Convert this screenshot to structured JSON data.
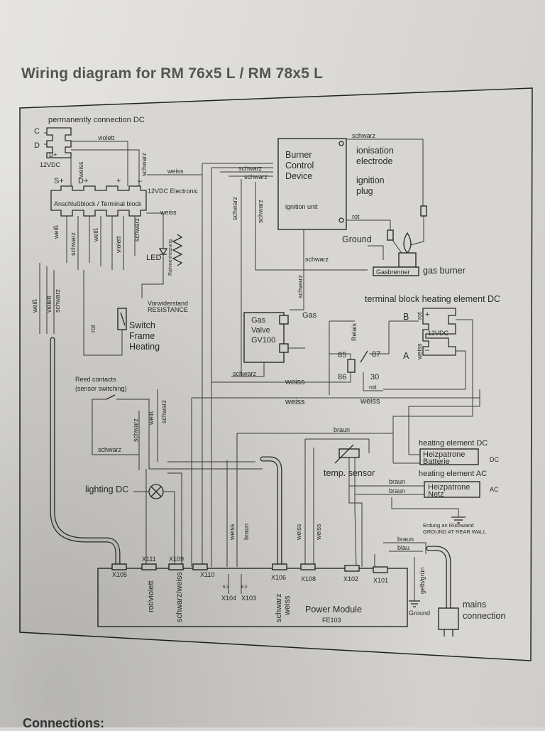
{
  "title": "Wiring diagram for RM 76x5 L / RM 78x5 L",
  "footer": "Connections:",
  "dc_supply": {
    "heading": "permanently connection DC",
    "pin_c": "C",
    "pin_d": "D",
    "pin_dplus": "D+",
    "voltage": "12VDC"
  },
  "terminal_block": {
    "label": "Anschlußblock / Terminal block",
    "s_plus": "S+",
    "d_plus": "D+",
    "plus": "+",
    "minus": "–",
    "electronic": "12VDC Electronic"
  },
  "led": "LED",
  "heater_label": "Rahmenheizung",
  "resistor": {
    "line1": "Vorwiderstand",
    "line2": "RESISTANCE"
  },
  "switch_frame": {
    "line1": "Switch",
    "line2": "Frame",
    "line3": "Heating"
  },
  "reed": {
    "line1": "Reed contacts",
    "line2": "(sensor switching)"
  },
  "lighting": "lighting DC",
  "burner": {
    "line1": "Burner",
    "line2": "Control",
    "line3": "Device",
    "ignition_unit": "ignition unit",
    "ionisation_1": "ionisation",
    "ionisation_2": "electrode",
    "ignition_1": "ignition",
    "ignition_2": "plug",
    "ground": "Ground",
    "gasbrenner": "Gasbrenner",
    "gas_burner": "gas burner"
  },
  "gas_valve": {
    "line1": "Gas",
    "line2": "Valve",
    "line3": "GV100",
    "gas": "Gas"
  },
  "heating_block": {
    "title": "terminal block heating element  DC",
    "b": "B",
    "a": "A",
    "voltage": "12VDC",
    "plus": "+",
    "minus": "–"
  },
  "relay": {
    "label": "Relais",
    "p85": "85",
    "p87": "87",
    "p86": "86",
    "p30": "30"
  },
  "temp_sensor": "temp. sensor",
  "heating_dc": {
    "label": "heating element DC",
    "box1": "Heizpatrone",
    "box2": "Batterie",
    "suffix": "DC"
  },
  "heating_ac": {
    "label": "heating element AC",
    "box1": "Heizpatrone",
    "box2": "Netz",
    "suffix": "AC"
  },
  "earth": {
    "line1": "Erdung an Rückwand",
    "line2": "GROUND AT REAR WALL"
  },
  "power_module": {
    "line1": "Power Module",
    "line2": "FE103"
  },
  "mains": {
    "line1": "mains",
    "line2": "connection"
  },
  "ground": "Ground",
  "connectors": {
    "x105": "X105",
    "x111": "X111",
    "x109": "X109",
    "x110": "X110",
    "x106": "X106",
    "x108": "X108",
    "x102": "X102",
    "x101": "X101",
    "x104": "X104",
    "x103": "X103",
    "v63a": "6,3",
    "v63b": "6,3"
  },
  "module_labels": {
    "rot_violett": "rot/violett",
    "schwarz_weiss_v": "schwarz/weiss",
    "schwarz": "schwarz",
    "weiss": "weiss"
  },
  "wires": {
    "violett": "violett",
    "weiss": "weiss",
    "weiss2": "weiß",
    "schwarz": "schwarz",
    "rot": "rot",
    "braun": "braun",
    "blau": "blau",
    "gelb_gruen": "gelb/grün"
  }
}
